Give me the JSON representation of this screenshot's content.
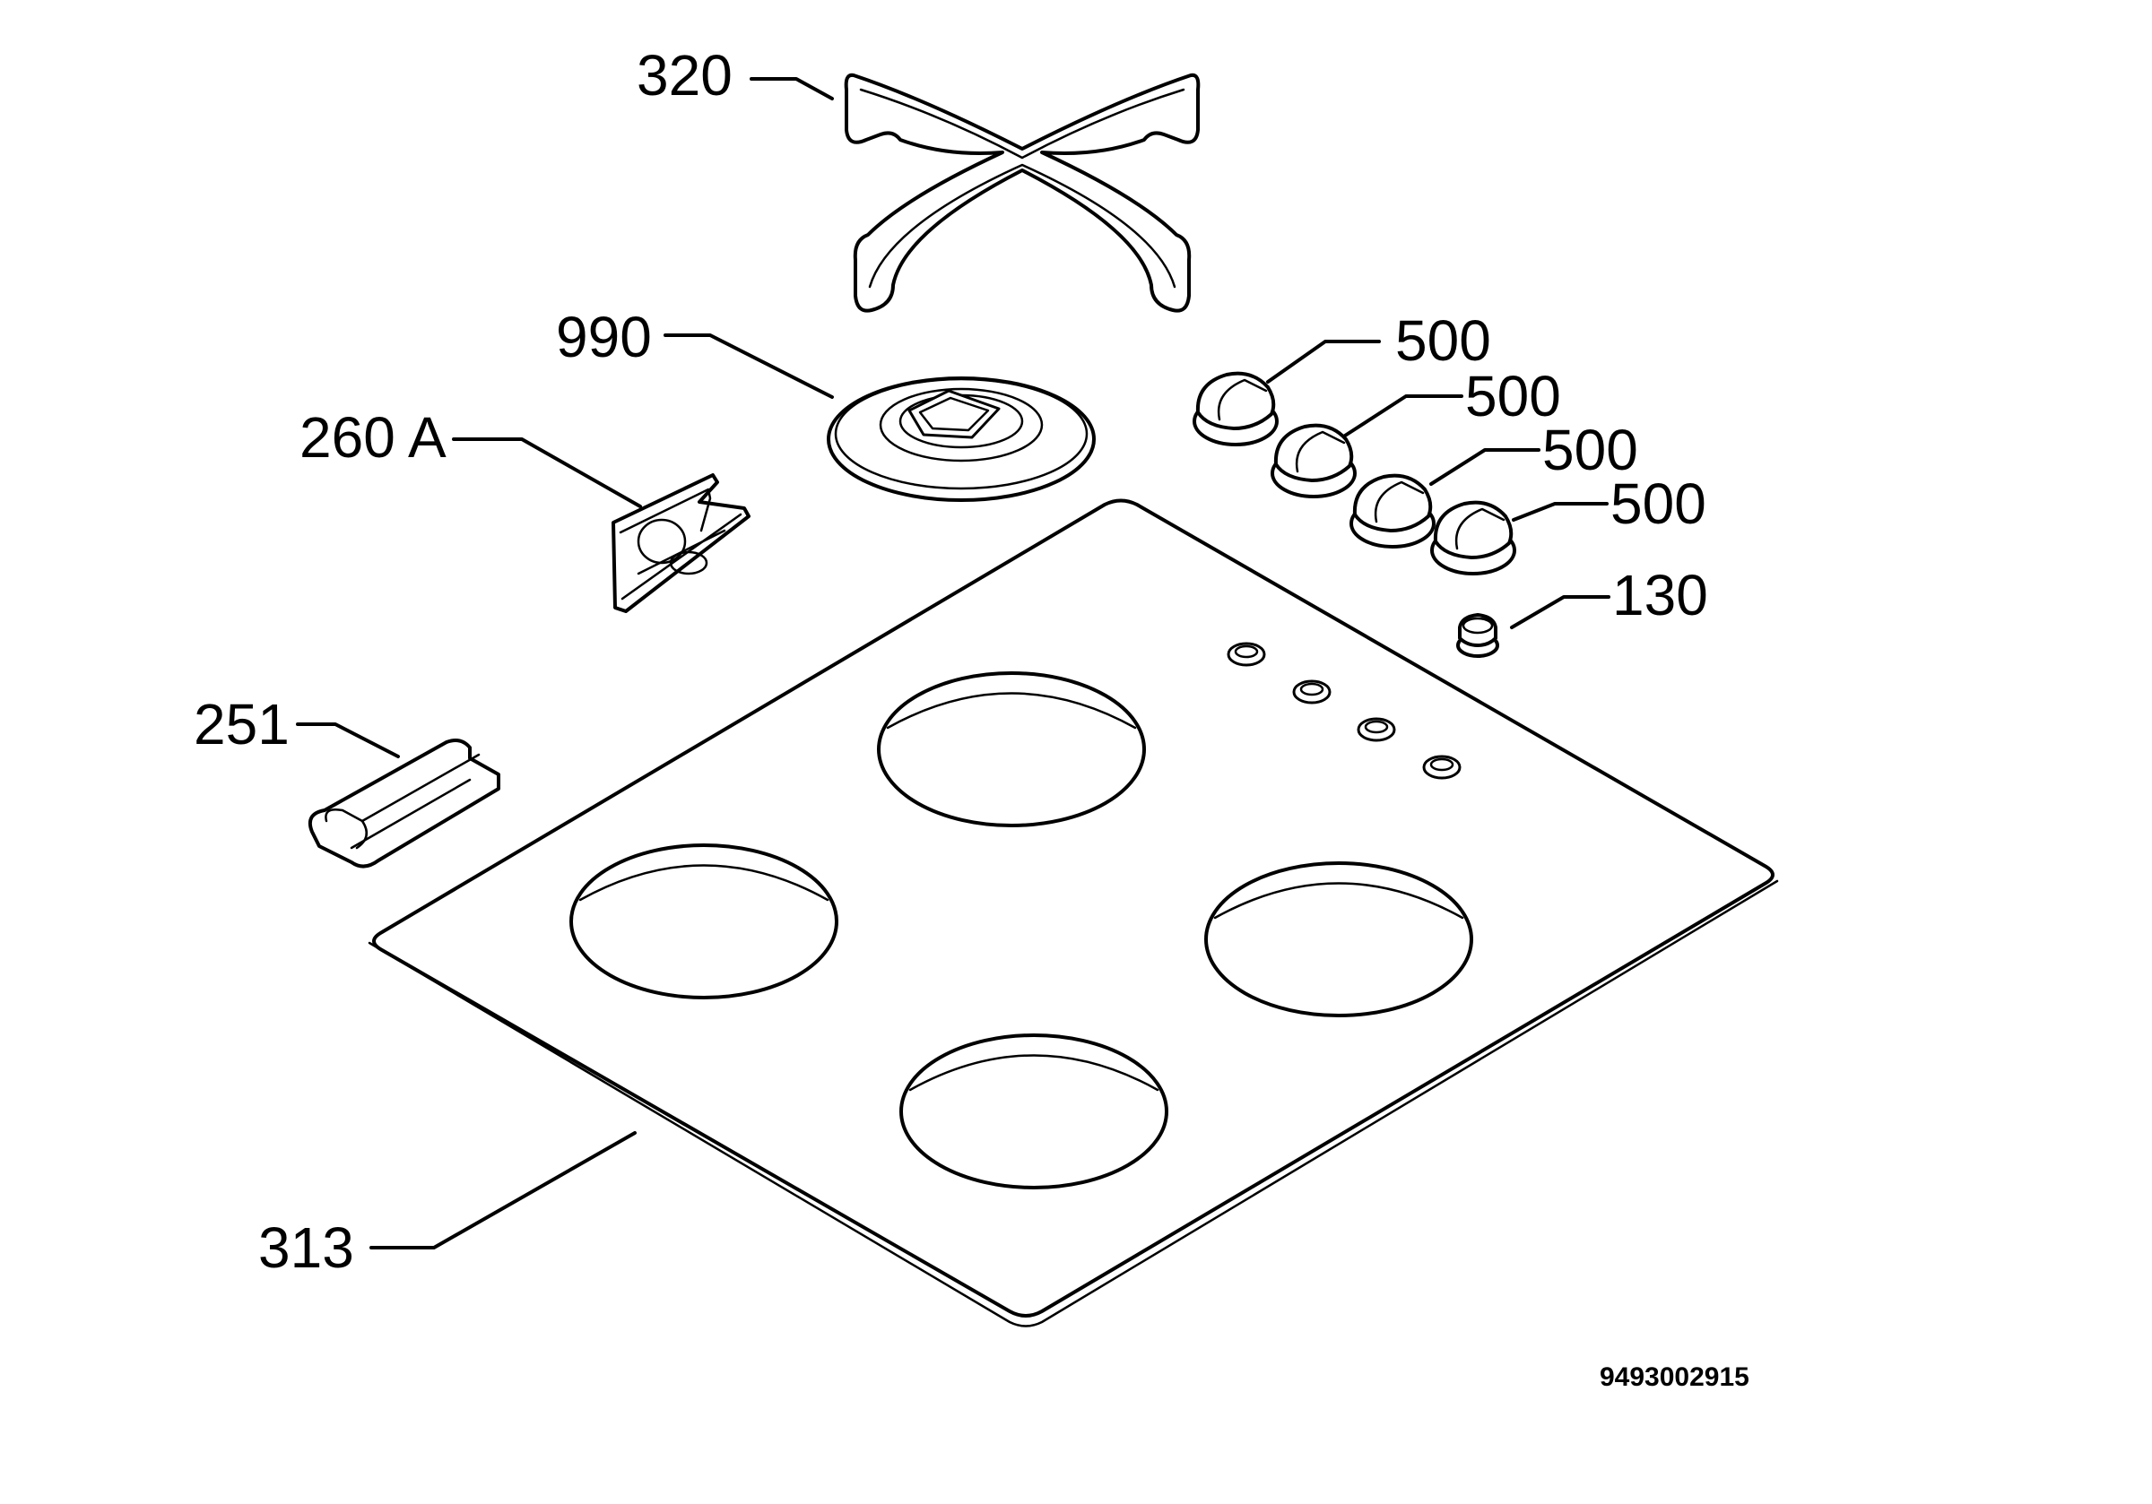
{
  "callouts": {
    "grate": "320",
    "burner_cap": "990",
    "bracket": "260 A",
    "knob_1": "500",
    "knob_2": "500",
    "knob_3": "500",
    "knob_4": "500",
    "plug": "130",
    "clip": "251",
    "hob_top": "313"
  },
  "drawing_number": "9493002915"
}
